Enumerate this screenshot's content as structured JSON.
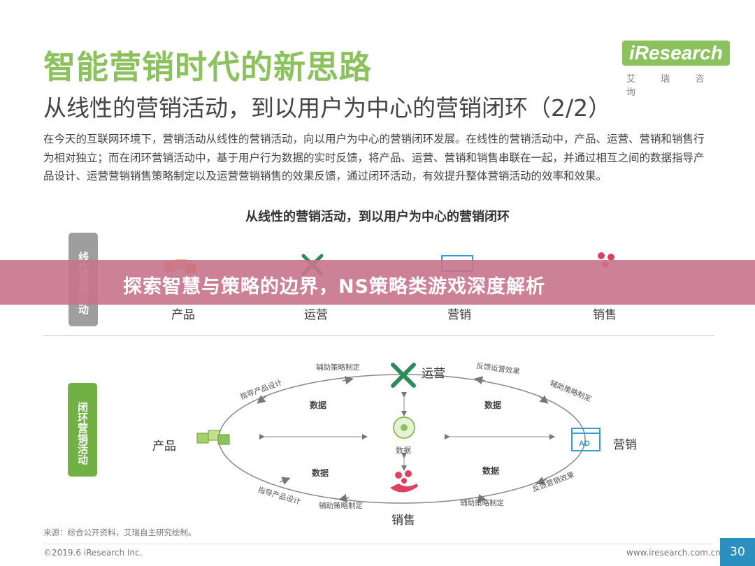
{
  "header": {
    "title": "智能营销时代的新思路",
    "subtitle": "从线性的营销活动，到以用户为中心的营销闭环（2/2）",
    "logo_text": "iResearch",
    "logo_sub": "艾 瑞 咨 询"
  },
  "paragraph": "在今天的互联网环境下，营销活动从线性的营销活动，向以用户为中心的营销闭环发展。在线性的营销活动中，产品、运营、营销和销售行为相对独立；而在闭环营销活动中，基于用户行为数据的实时反馈，将产品、运营、营销和销售串联在一起，并通过相互之间的数据指导产品设计、运营营销销售策略制定以及运营营销销售的效果反馈，通过闭环活动，有效提升整体营销活动的效率和效果。",
  "diagram": {
    "title": "从线性的营销活动，到以用户为中心的营销闭环",
    "linear_badge": "线性营销活动",
    "loop_badge": "闭环营销活动",
    "linear_labels": [
      "产品",
      "运营",
      "营销",
      "销售"
    ],
    "nodes": {
      "product": "产品",
      "operation": "运营",
      "marketing": "营销",
      "sales": "销售",
      "center": "数据"
    },
    "edge_labels": {
      "top_left_outer": "指导产品设计",
      "top_left_mid": "辅助策略制定",
      "top_right_mid": "反馈运营效果",
      "top_right_outer": "辅助策略制定",
      "bottom_left_outer": "指导产品设计",
      "bottom_left_mid": "辅助策略制定",
      "bottom_right_mid": "辅助策略制定",
      "bottom_right_outer": "反馈营销效果",
      "data_tl": "数据",
      "data_tr": "数据",
      "data_bl": "数据",
      "data_br": "数据"
    }
  },
  "banner": {
    "text": "探索智慧与策略的边界，NS策略类游戏深度解析"
  },
  "footer": {
    "source": "来源：综合公开资料，艾瑞自主研究绘制。",
    "copyright": "©2019.6 iResearch Inc.",
    "url": "www.iresearch.com.cn",
    "page": "30"
  },
  "colors": {
    "accent_green": "#8cc25d",
    "banner": "#c8738c",
    "badge_gray": "#9e9e9e",
    "badge_green": "#70b044"
  }
}
